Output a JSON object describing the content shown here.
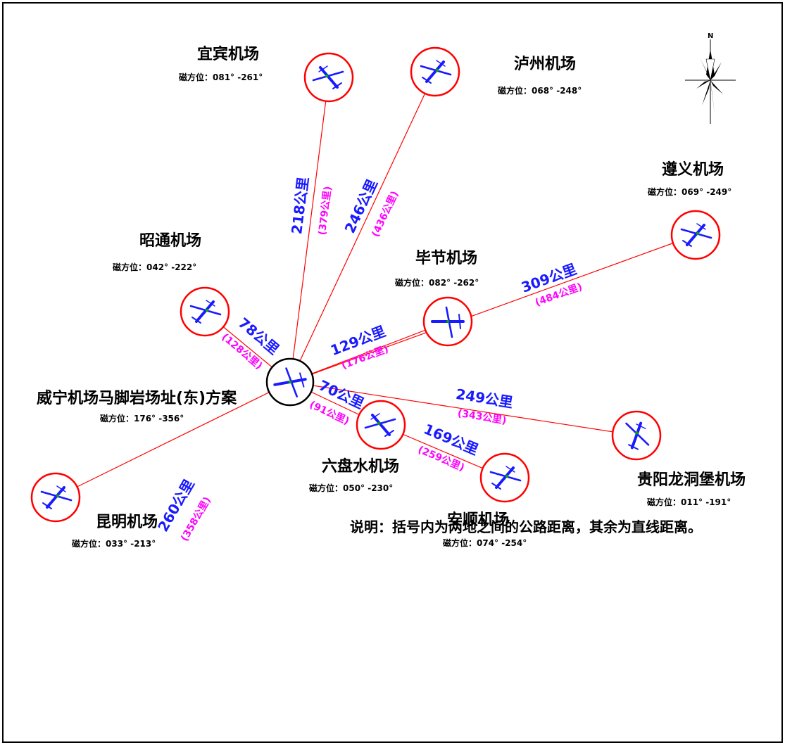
{
  "map_title": "",
  "colors": {
    "route": "#ff0000",
    "straight_label": "#1a1aff",
    "road_label": "#ff00ff",
    "airport_ring": "#ff0000",
    "center_ring": "#000000",
    "aircraft": "#1a1aff"
  },
  "center": {
    "name": "威宁机场马脚岩场址(东)方案",
    "bearing": "磁方位：176° -356°"
  },
  "airports": [
    {
      "id": "yibin",
      "name": "宜宾机场",
      "bearing": "磁方位：081° -261°",
      "straight": "218公里",
      "road": "(379公里)"
    },
    {
      "id": "luzhou",
      "name": "泸州机场",
      "bearing": "磁方位：068° -248°",
      "straight": "246公里",
      "road": "(436公里)"
    },
    {
      "id": "zunyi",
      "name": "遵义机场",
      "bearing": "磁方位：069° -249°",
      "straight": "309公里",
      "road": "(484公里)"
    },
    {
      "id": "zhaotong",
      "name": "昭通机场",
      "bearing": "磁方位：042° -222°",
      "straight": "78公里",
      "road": "(128公里)"
    },
    {
      "id": "bijie",
      "name": "毕节机场",
      "bearing": "磁方位：082° -262°",
      "straight": "129公里",
      "road": "(176公里)"
    },
    {
      "id": "liupanshui",
      "name": "六盘水机场",
      "bearing": "磁方位：050° -230°",
      "straight": "70公里",
      "road": "(91公里)"
    },
    {
      "id": "guiyang",
      "name": "贵阳龙洞堡机场",
      "bearing": "磁方位：011° -191°",
      "straight": "249公里",
      "road": "(343公里)"
    },
    {
      "id": "anshun",
      "name": "安顺机场",
      "bearing": "磁方位：074° -254°",
      "straight": "169公里",
      "road": "(259公里)"
    },
    {
      "id": "kunming",
      "name": "昆明机场",
      "bearing": "磁方位：033° -213°",
      "straight": "260公里",
      "road": "(358公里)"
    }
  ],
  "note": "说明：括号内为两地之间的公路距离，其余为直线距离。",
  "compass": {
    "label": "N",
    "icon": "compass-rose-icon"
  }
}
